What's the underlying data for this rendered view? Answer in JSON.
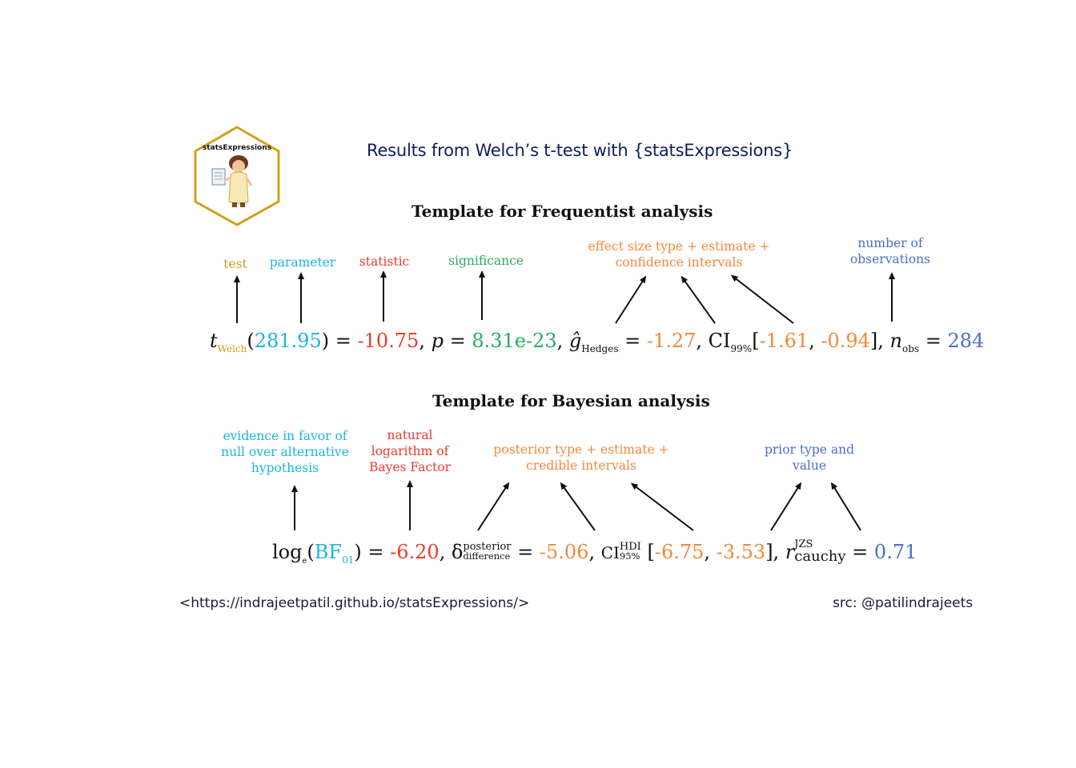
{
  "title": "Results from Welch’s t-test with {statsExpressions}",
  "logo": {
    "text": "statsExpressions",
    "border_color": "#d4a017"
  },
  "colors": {
    "test": "#c9a227",
    "parameter": "#1fb4e0",
    "statistic": "#f03a2a",
    "significance": "#27ae60",
    "effect": "#f08a3c",
    "observations": "#4a6fc7"
  },
  "frequentist": {
    "heading": "Template for Frequentist analysis",
    "labels": {
      "test": "test",
      "parameter": "parameter",
      "statistic": "statistic",
      "significance": "significance",
      "effect_line1": "effect size type + estimate +",
      "effect_line2": "confidence intervals",
      "obs_line1": "number of",
      "obs_line2": "observations"
    },
    "expression": {
      "t": "t",
      "t_sub": "Welch",
      "df": "281.95",
      "stat": "-10.75",
      "p_symbol": "p",
      "p_value": "8.31e-23",
      "g_symbol": "ĝ",
      "g_sub": "Hedges",
      "g_value": "-1.27",
      "ci": "CI",
      "ci_sub": "99%",
      "ci_low": "-1.61",
      "ci_high": "-0.94",
      "n_symbol": "n",
      "n_sub": "obs",
      "n_value": "284"
    }
  },
  "bayesian": {
    "heading": "Template for Bayesian analysis",
    "labels": {
      "evidence_line1": "evidence in favor of",
      "evidence_line2": "null over alternative",
      "evidence_line3": "hypothesis",
      "log_line1": "natural",
      "log_line2": "logarithm of",
      "log_line3": "Bayes Factor",
      "posterior_line1": "posterior type + estimate +",
      "posterior_line2": "credible intervals",
      "prior_line1": "prior type and",
      "prior_line2": "value"
    },
    "expression": {
      "log": "log",
      "log_sub": "e",
      "bf": "BF",
      "bf_sub": "01",
      "log_value": "-6.20",
      "delta": "δ",
      "delta_sup": "posterior",
      "delta_sub": "difference",
      "estimate": "-5.06",
      "ci": "CI",
      "ci_sup": "HDI",
      "ci_sub": "95%",
      "ci_low": "-6.75",
      "ci_high": "-3.53",
      "r": "r",
      "r_sup": "JZS",
      "r_sub": "cauchy",
      "prior_value": "0.71"
    }
  },
  "footer": {
    "url": "<https://indrajeetpatil.github.io/statsExpressions/>",
    "source": "src: @patilindrajeets"
  }
}
